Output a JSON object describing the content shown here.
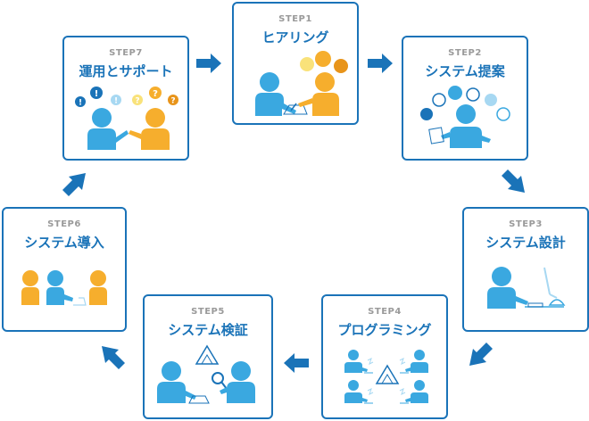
{
  "colors": {
    "border": "#1a73b8",
    "title": "#1a73b8",
    "label": "#9a9a9a",
    "arrow": "#1a73b8",
    "person_blue": "#3aa8e0",
    "person_orange": "#f6ae2d"
  },
  "steps": [
    {
      "label": "STEP1",
      "title": "ヒアリング",
      "icon": "hearing-illustration"
    },
    {
      "label": "STEP2",
      "title": "システム提案",
      "icon": "proposal-illustration"
    },
    {
      "label": "STEP3",
      "title": "システム設計",
      "icon": "design-illustration"
    },
    {
      "label": "STEP4",
      "title": "プログラミング",
      "icon": "programming-illustration"
    },
    {
      "label": "STEP5",
      "title": "システム検証",
      "icon": "verification-illustration"
    },
    {
      "label": "STEP6",
      "title": "システム導入",
      "icon": "introduction-illustration"
    },
    {
      "label": "STEP7",
      "title": "運用とサポート",
      "icon": "support-illustration"
    }
  ],
  "badges": {
    "question": "?",
    "exclamation": "!"
  }
}
